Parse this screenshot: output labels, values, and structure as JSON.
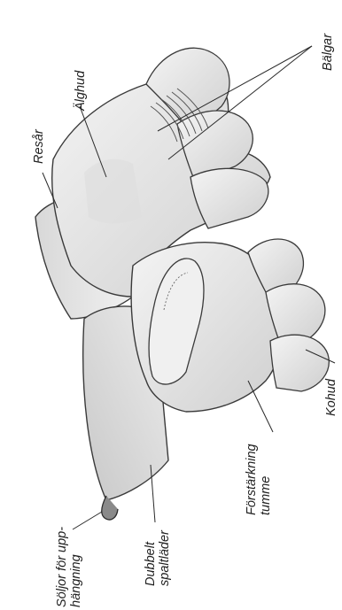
{
  "labels": {
    "balgar": "Bälgar",
    "alghud": "Älghud",
    "resar": "Resår",
    "kohud": "Kohud",
    "forstarkning_line1": "Förstärkning",
    "forstarkning_line2": "tumme",
    "dubbelt_line1": "Dubbelt",
    "dubbelt_line2": "spaltläder",
    "soljor_line1": "Söljor för upp-",
    "soljor_line2": "hängning"
  },
  "colors": {
    "leather_light": "#e9e9e9",
    "leather_shade": "#bdbdbd",
    "outline": "#3a3a3a",
    "text": "#1f1f1f"
  }
}
